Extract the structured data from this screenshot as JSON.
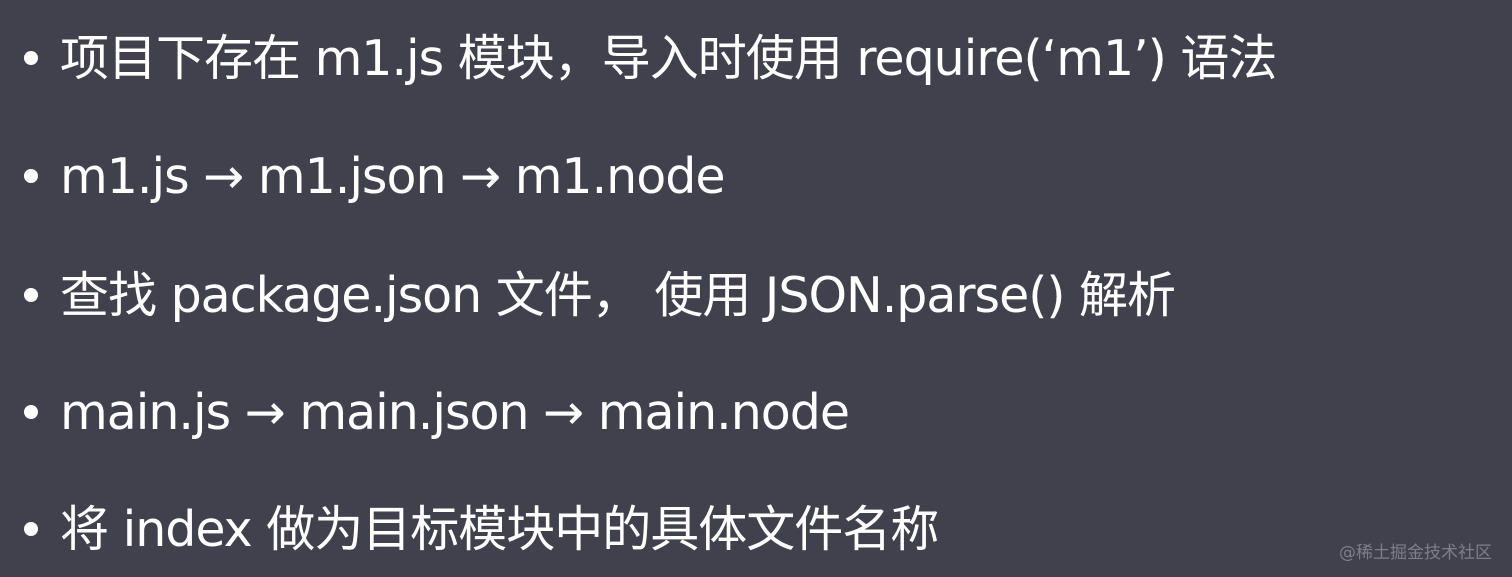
{
  "slide": {
    "bullets": [
      {
        "text": "项目下存在 m1.js 模块，导入时使用 require(‘m1’) 语法"
      },
      {
        "text": "m1.js → m1.json → m1.node"
      },
      {
        "text": "查找 package.json 文件， 使用 JSON.parse() 解析"
      },
      {
        "text": "main.js → main.json → main.node"
      },
      {
        "text": "将 index 做为目标模块中的具体文件名称"
      }
    ]
  },
  "watermark": "@稀土掘金技术社区",
  "colors": {
    "background": "#40414d",
    "text": "#ffffff",
    "watermark": "#7d7e89"
  }
}
